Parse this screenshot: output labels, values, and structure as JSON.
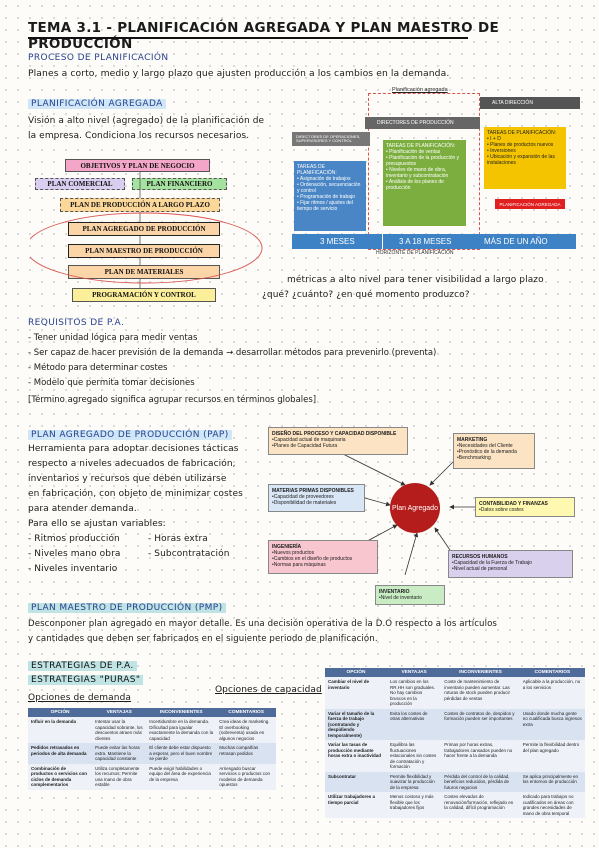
{
  "title": "TEMA 3.1 - PLANIFICACIÓN AGREGADA Y PLAN MAESTRO DE PRODUCCIÓN",
  "proceso": {
    "heading": "PROCESO DE PLANIFICACIÓN",
    "text": "Planes a corto, medio y largo plazo que ajusten producción a los cambios en la demanda."
  },
  "planificacion": {
    "heading": "PLANIFICACIÓN AGREGADA",
    "text1": "Visión a alto nivel (agregado) de la planificación de",
    "text2": "la empresa. Condiciona los recursos necesarios."
  },
  "hierarchy": {
    "objetivos": "OBJETIVOS Y PLAN DE NEGOCIO",
    "comercial": "PLAN COMERCIAL",
    "financiero": "PLAN FINANCIERO",
    "largo_plazo": "PLAN DE PRODUCCIÓN A LARGO PLAZO",
    "agregado": "PLAN AGREGADO DE PRODUCCIÓN",
    "maestro": "PLAN MAESTRO DE PRODUCCIÓN",
    "materiales": "PLAN DE MATERIALES",
    "programacion": "PROGRAMACIÓN Y CONTROL"
  },
  "timeline": {
    "top_label": "Planificación agregada",
    "alta": "ALTA DIRECCIÓN",
    "directores": "DIRECTORES DE PRODUCCIÓN",
    "directores_op": "DIRECTORES DE OPERACIONES, SUPERVISORES Y CONTROL",
    "largo_heading": "TAREAS DE PLANIFICACIÓN:",
    "largo_items": [
      "I + D",
      "Planes de productos nuevos",
      "Inversiones",
      "Ubicación y expansión de las instalaciones"
    ],
    "medio_heading": "TAREAS DE PLANIFICACIÓN:",
    "medio_items": [
      "Planificación de ventas",
      "Planificación de la producción y presupuestos",
      "Niveles de mano de obra, inventario y subcontratación",
      "Análisis de los planes de producción"
    ],
    "corto_heading": "TAREAS DE PLANIFICACIÓN:",
    "corto_items": [
      "Asignación de trabajos",
      "Ordenación, secuenciación y control",
      "Programación de trabajo",
      "Fijar ritmos / ajustes del tiempo de servicio"
    ],
    "planif_label": "PLANIFICACIÓN AGREGADA",
    "horizonte": "HORIZONTE DE PLANIFICACIÓN",
    "chev1": "3 MESES",
    "chev2": "3 A 18 MESES",
    "chev3": "MÁS DE UN AÑO"
  },
  "metricas": {
    "line1": "métricas a alto nivel para tener visibilidad a largo plazo",
    "line2": "¿qué? ¿cuánto? ¿en qué momento produzco?"
  },
  "requisitos": {
    "heading": "REQUISITOS DE P.A.",
    "items": [
      "- Tener unidad lógica para medir ventas",
      "- Ser capaz de hacer previsión de la demanda → desarrollar métodos para prevenirlo (preventa)",
      "- Método para determinar costes",
      "- Modelo que permita tomar decisiones",
      "[Término agregado significa agrupar recursos en términos globales]"
    ]
  },
  "pap": {
    "heading": "PLAN AGREGADO DE PRODUCCIÓN (PAP)",
    "lines": [
      "Herramienta para adoptar decisiones tácticas",
      "respecto a niveles adecuados de fabricación,",
      "inventarios y recursos que deben utilizarse",
      "en fabricación, con objeto de minimizar costes",
      "para atender demanda.",
      "Para ello se ajustan variables:"
    ],
    "vars_left": [
      "- Ritmos producción",
      "- Niveles mano obra",
      "- Niveles inventario"
    ],
    "vars_right": [
      "- Horas extra",
      "- Subcontratación"
    ]
  },
  "pap_diagram": {
    "center": "Plan Agregado",
    "diseno": {
      "title": "DISEÑO DEL PROCESO Y CAPACIDAD DISPONIBLE",
      "items": [
        "Capacidad actual de maquinaria",
        "Planes de Capacidad Futura"
      ]
    },
    "marketing": {
      "title": "MARKETING",
      "items": [
        "Necesidades del Cliente",
        "Pronóstico de la demanda",
        "Benchmarking"
      ]
    },
    "materias": {
      "title": "MATERIAS PRIMAS DISPONIBLES",
      "items": [
        "Capacidad de proveedores",
        "Disponibilidad de materiales"
      ]
    },
    "contabilidad": {
      "title": "CONTABILIDAD Y FINANZAS",
      "items": [
        "Datos sobre costes"
      ]
    },
    "ingenieria": {
      "title": "INGENIERÍA",
      "items": [
        "Nuevos productos",
        "Cambios en el diseño de productos",
        "Normas para máquinas"
      ]
    },
    "rrhh": {
      "title": "RECURSOS HUMANOS",
      "items": [
        "Capacidad de la Fuerza de Trabajo",
        "Nivel actual de personal"
      ]
    },
    "inventario": {
      "title": "INVENTARIO",
      "items": [
        "Nivel de inventario"
      ]
    }
  },
  "pmp": {
    "heading": "PLAN MAESTRO DE PRODUCCIÓN (PMP)",
    "line1": "Desconponer plan agregado en mayor detalle. Es una decisión operativa de la D.O respecto a los artículos",
    "line2": "y cantidades que deben ser fabricados en el siguiente periodo de planificación."
  },
  "estrategias": {
    "heading": "ESTRATEGIAS DE P.A.",
    "puras": "ESTRATEGIAS \"PURAS\"",
    "demanda": "Opciones de demanda",
    "capacidad": "Opciones de capacidad"
  },
  "table_demanda": {
    "headers": [
      "OPCIÓN",
      "VENTAJAS",
      "INCONVENIENTES",
      "COMENTARIOS"
    ],
    "rows": [
      [
        "Influir en la demanda",
        "Intentar usar la capacidad sobrante, los descuentos atraen más clientes",
        "Incertidumbre en la demanda. Dificultad para igualar exactamente la demanda con la capacidad",
        "Crea ideas de marketing. El overbooking (sobreventa) usada en algunos negocios"
      ],
      [
        "Pedidos retrasados en periodos de alta demanda",
        "Puede evitar las horas extra. Mantiene la capacidad constante",
        "El cliente debe estar dispuesto a esperar, pero el buen nombre se pierde",
        "Muchas compañías retrasan pedidos"
      ],
      [
        "Combinación de productos o servicios con ciclos de demanda complementarios",
        "Utiliza completamente los recursos; Permite una mano de obra estable",
        "Puede exigir habilidades o equipo del área de experiencia de la empresa",
        "Arriesgado buscar servicios o productos con modelos de demanda opuestos"
      ]
    ]
  },
  "table_capacidad": {
    "headers": [
      "OPCIÓN",
      "VENTAJAS",
      "INCONVENIENTES",
      "COMENTARIOS"
    ],
    "rows": [
      [
        "Cambiar el nivel de inventario",
        "Los cambios en los RR.HH son graduales. No hay cambios bruscos en la producción",
        "Coste de mantenimiento de inventario pueden aumentar. Las roturas de stock pueden producir pérdidas de ventas",
        "Aplicable a la producción, no a los servicios"
      ],
      [
        "Variar el tamaño de la fuerza de trabajo (contratando y despidiendo temporalmente)",
        "Evita los costes de otras alternativas",
        "Costes de contratos de, despidos y formación pueden ser importantes",
        "Usado donde mucha gente no cualificada busca ingresos extra"
      ],
      [
        "Variar las tasas de producción mediante horas extra o inactividad",
        "Equilibra las fluctuaciones estacionales sin costes de contratación y formación",
        "Primas por horas extras, trabajadores cansados pueden no hacer frente a la demanda",
        "Permite la flexibilidad dentro del plan agregado"
      ],
      [
        "Subcontratar",
        "Permite flexibilidad y suavizar la producción de la empresa",
        "Pérdida del control de la calidad, beneficios reducidos, pérdida de futuros negocios",
        "Se aplica principalmente en los entornos de producción"
      ],
      [
        "Utilizar trabajadores a tiempo parcial",
        "Menos costoso y más flexible que los trabajadores fijos",
        "Costes elevados de renovación/formación, reflejado en la calidad, difícil programación",
        "Indicado para trabajos no cualificados en áreas con grandes necesidades de mano de obra temporal"
      ]
    ]
  }
}
